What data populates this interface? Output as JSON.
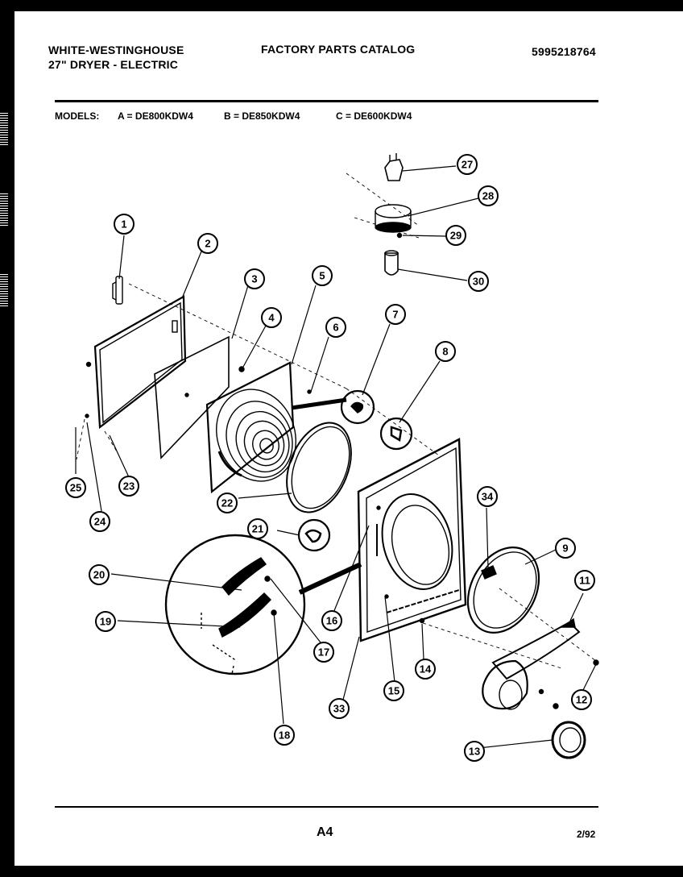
{
  "header": {
    "brand": "WHITE-WESTINGHOUSE",
    "product": "27\" DRYER - ELECTRIC",
    "catalog_title": "FACTORY PARTS CATALOG",
    "catalog_number": "5995218764"
  },
  "models": {
    "label": "MODELS:",
    "a": "A = DE800KDW4",
    "b": "B = DE850KDW4",
    "c": "C = DE600KDW4"
  },
  "callouts": [
    "1",
    "2",
    "3",
    "4",
    "5",
    "6",
    "7",
    "8",
    "9",
    "11",
    "12",
    "13",
    "14",
    "15",
    "16",
    "17",
    "18",
    "19",
    "20",
    "21",
    "22",
    "23",
    "24",
    "25",
    "27",
    "28",
    "29",
    "30",
    "33",
    "34"
  ],
  "footer": {
    "page_code": "A4",
    "date": "2/92"
  }
}
